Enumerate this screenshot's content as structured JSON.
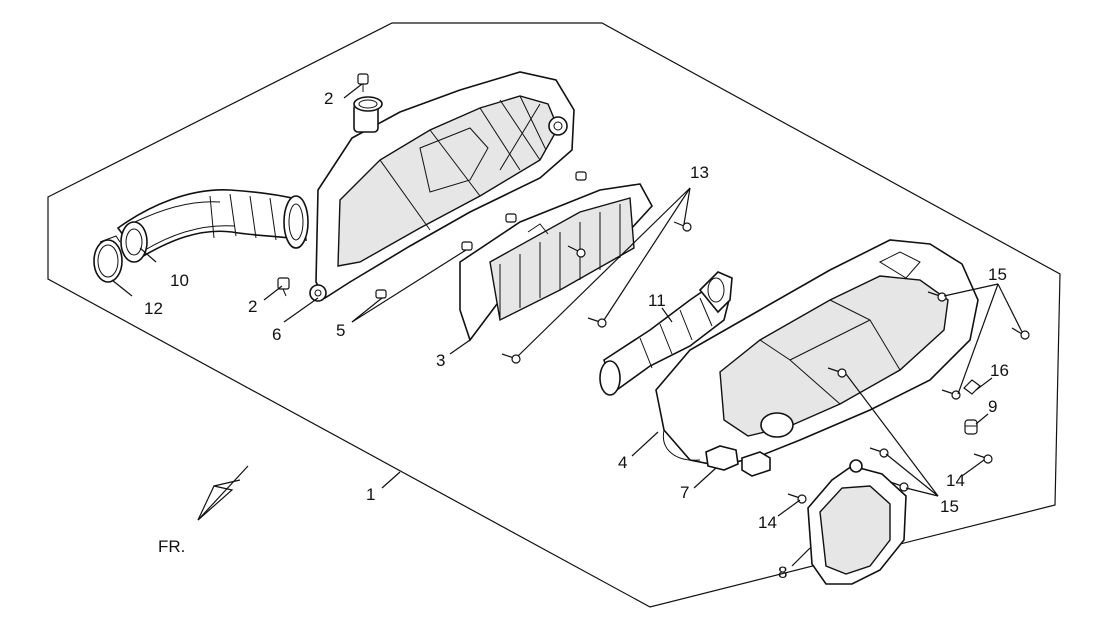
{
  "diagram": {
    "part_numbers": {
      "p1": "1",
      "p2a": "2",
      "p2b": "2",
      "p3": "3",
      "p4": "4",
      "p5": "5",
      "p6": "6",
      "p7": "7",
      "p8": "8",
      "p9": "9",
      "p10": "10",
      "p11": "11",
      "p12": "12",
      "p13": "13",
      "p14a": "14",
      "p14b": "14",
      "p15a": "15",
      "p15b": "15",
      "p16": "16"
    },
    "direction_label": "FR."
  }
}
